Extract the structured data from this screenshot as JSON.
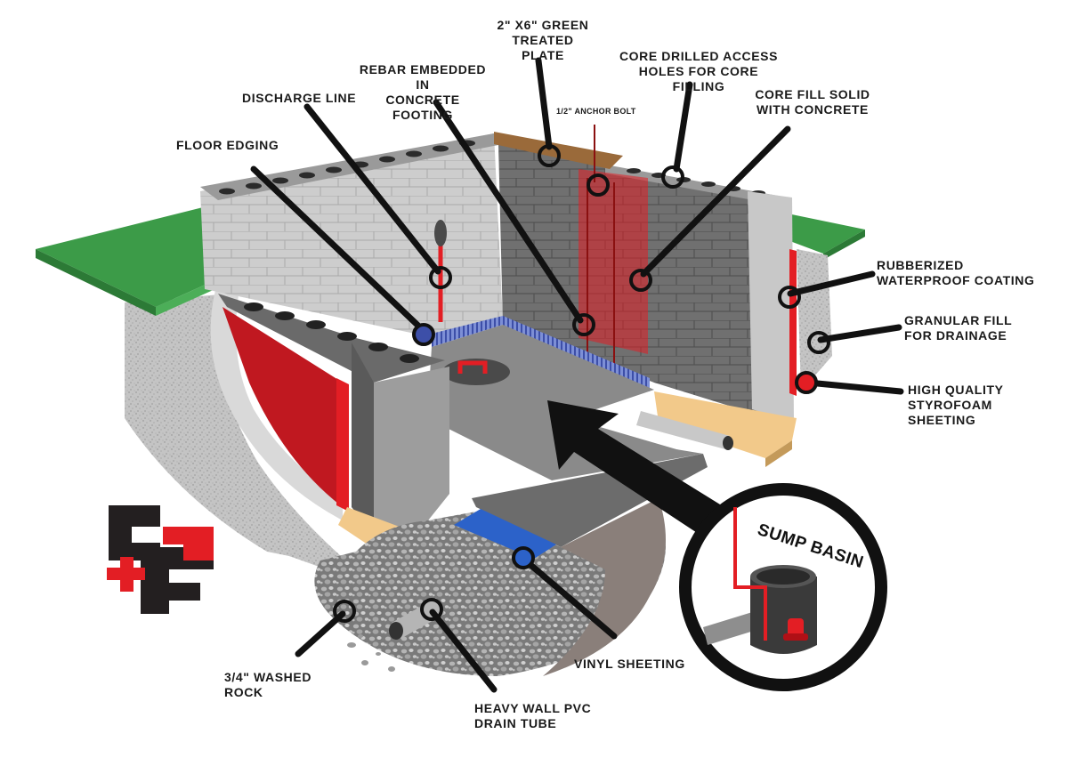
{
  "labels": {
    "green_plate": "2\" X6\" GREEN\nTREATED PLATE",
    "core_drilled": "CORE DRILLED ACCESS\nHOLES FOR CORE FILLING",
    "rebar": "REBAR EMBEDDED IN\nCONCRETE FOOTING",
    "discharge": "DISCHARGE LINE",
    "anchor_bolt": "1/2\" ANCHOR BOLT",
    "core_fill": "CORE FILL SOLID\nWITH CONCRETE",
    "floor_edging": "FLOOR EDGING",
    "rubberized": "RUBBERIZED\nWATERPROOF COATING",
    "granular": "GRANULAR FILL\nFOR DRAINAGE",
    "styrofoam": "HIGH QUALITY\nSTYROFOAM SHEETING",
    "washed_rock": "3/4\" WASHED ROCK",
    "pvc": "HEAVY WALL PVC\nDRAIN TUBE",
    "vinyl": "VINYL SHEETING",
    "sump_basin": "SUMP BASIN"
  },
  "colors": {
    "lawn": "#3c9b48",
    "lawn_edge": "#2c7a36",
    "block_light": "#c8c8c8",
    "block_dark": "#6e6e6e",
    "red": "#e31e24",
    "gravel": "#8a8a8a",
    "footing": "#f2c98a",
    "plate": "#9a6a3a",
    "vinyl_blue": "#2c62c9",
    "ink": "#111111"
  }
}
